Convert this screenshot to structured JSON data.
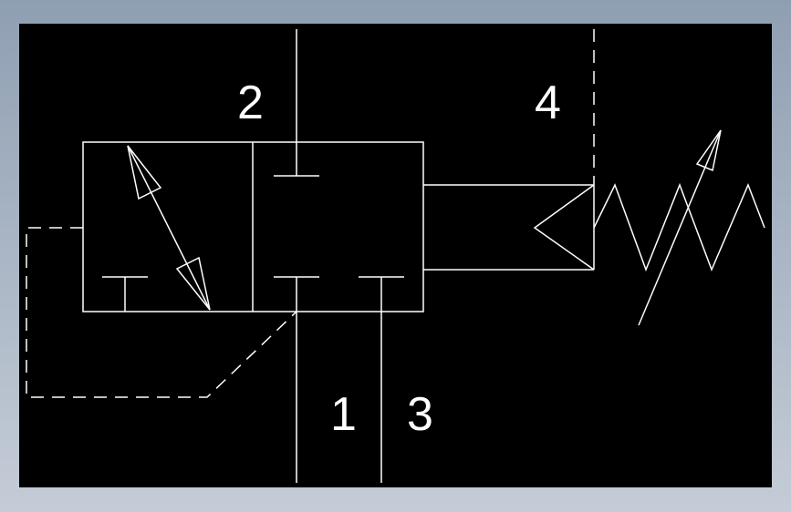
{
  "diagram": {
    "port_labels": {
      "port_2": "2",
      "port_4": "4",
      "port_1": "1",
      "port_3": "3"
    },
    "colors": {
      "background": "#000000",
      "stroke": "#ffffff",
      "frame": "#9aa8b9"
    }
  }
}
